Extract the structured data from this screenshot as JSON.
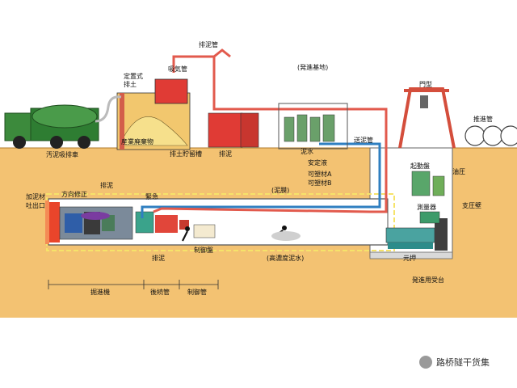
{
  "labels": {
    "sludge_pipe_top": "排泥管",
    "suction_pipe": "吸気管",
    "fixed_soil": "定置式\n排土",
    "launch_base": "(発進基地)",
    "gantry": "門型",
    "push_pipe": "推進管",
    "vacuum_truck": "汚泥吸排車",
    "waste_label": "産業廃棄物",
    "soil_storage": "排土貯留槽",
    "discharge_mud": "排泥",
    "slurry_water": "泥水",
    "stabilizer": "安定液",
    "plastic_a": "可塑材A",
    "plastic_b": "可塑材B",
    "send_pipe": "送泥管",
    "add_mud_1": "加泥材",
    "add_mud_2": "吐出口",
    "direction_fix": "方向修正",
    "discharge_mud_2": "排泥",
    "emergency": "緊急",
    "mud_film": "(泥膜)",
    "starting_panel": "起動盤",
    "oil_pressure": "油圧",
    "measuring": "測量器",
    "support_wall": "支圧壁",
    "discharge_mud_3": "排泥",
    "control_panel": "制御盤",
    "high_density": "(高濃度泥水)",
    "base_push": "元押",
    "launch_stand": "発進用受台",
    "tbm": "掘進機",
    "follow_pipe": "後続管",
    "control_pipe": "制御管",
    "watermark": "路桥隧干货集"
  },
  "colors": {
    "ground": "#f3c272",
    "sky": "#ffffff",
    "pipe_red": "#e25a4d",
    "pipe_blue": "#2f7fc1",
    "truck_green": "#2e7d32",
    "tunnel": "#ffffff"
  }
}
